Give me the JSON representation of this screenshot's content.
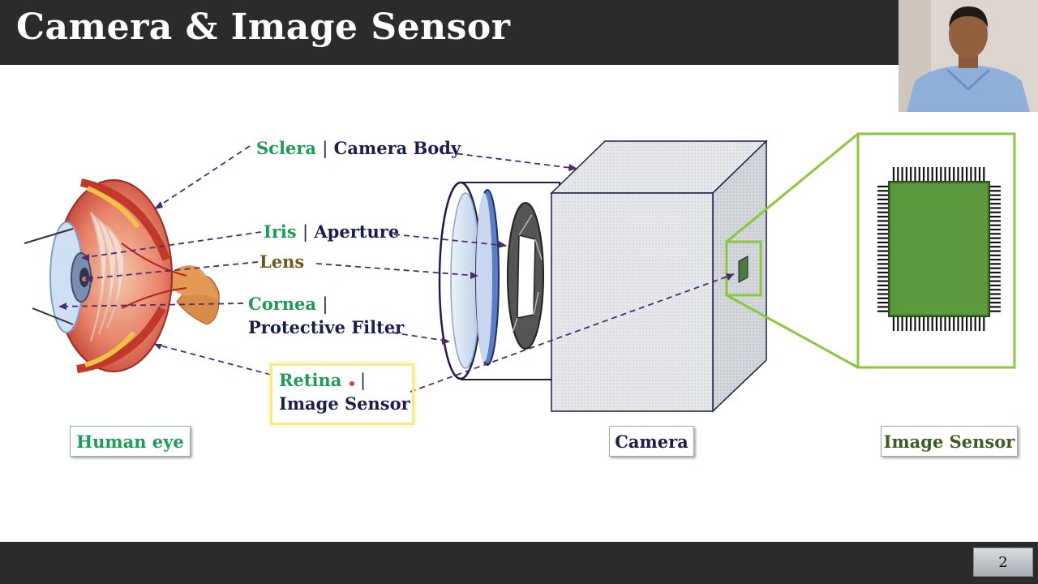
{
  "slide": {
    "title": "Camera & Image Sensor",
    "page_number": "2"
  },
  "labels": {
    "sclera": "Sclera",
    "camera_body": "Camera Body",
    "iris": "Iris",
    "aperture": "Aperture",
    "lens": "Lens",
    "cornea": "Cornea",
    "protective_filter": "Protective Filter",
    "retina": "Retina",
    "image_sensor": "Image Sensor",
    "separator": "|"
  },
  "captions": {
    "human_eye": "Human eye",
    "camera": "Camera",
    "image_sensor": "Image Sensor"
  },
  "colors": {
    "eye_term": "#1e9c55",
    "camera_term": "#1a1f4a",
    "lens_term": "#6b5a1e",
    "arrow": "#4b2a6e",
    "sensor_frame": "#8cc63f",
    "chip": "#3f7a2a",
    "header_bar": "#2b2b2b"
  }
}
